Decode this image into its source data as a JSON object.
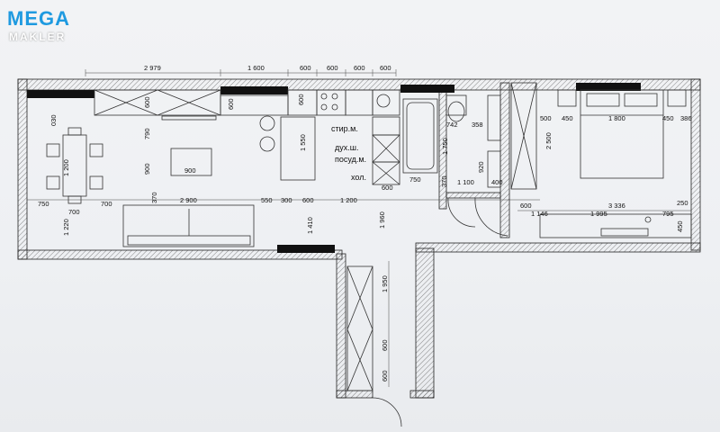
{
  "logo": {
    "line1": "MEGA",
    "line2": "MAKLER",
    "brand_color": "#1f9ae0"
  },
  "appliance_labels": {
    "washer": "стир.м.",
    "oven": "дух.ш.",
    "dishwasher": "посуд.м.",
    "fridge": "хол."
  },
  "dimensions": {
    "top_2979": "2 979",
    "top_1600": "1 600",
    "top_600a": "600",
    "top_600b": "600",
    "top_600c": "600",
    "top_600d": "600",
    "kit_600a": "600",
    "kit_600b": "600",
    "kit_600c": "600",
    "kit_1550": "1 550",
    "left_030": "030",
    "left_790": "790",
    "left_1200": "1 200",
    "left_900": "900",
    "left_370": "370",
    "island_900": "900",
    "row_2900": "2 900",
    "row_550": "550",
    "row_300": "300",
    "row_600": "600",
    "row_1200": "1 200",
    "dining_750": "750",
    "dining_700a": "700",
    "dining_700b": "700",
    "left_1220": "1 220",
    "mid_1410": "1 410",
    "bath_742": "742",
    "bath_358": "358",
    "bath_1750": "1 750",
    "bath_750": "750",
    "bath_370": "370",
    "bath_600": "600",
    "bath_1100": "1 100",
    "bath_400": "400",
    "bath_920": "920",
    "corr_1960": "1 960",
    "corr_1950": "1 950",
    "corr_600a": "600",
    "corr_600b": "600",
    "bed_500": "500",
    "bed_450a": "450",
    "bed_1800": "1 800",
    "bed_450b": "450",
    "bed_386": "386",
    "bed_2500": "2 500",
    "bed_600": "600",
    "bed_3336": "3 336",
    "bed_250": "250",
    "bed_1146": "1 146",
    "bed_1995": "1 995",
    "bed_795": "795",
    "bed_450c": "450"
  }
}
